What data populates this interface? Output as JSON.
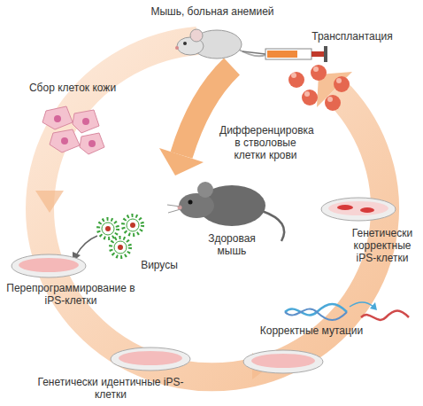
{
  "diagram": {
    "labels": [
      "Мышь, больная анемией",
      "Трансплантация",
      "Сбор клеток кожи",
      "Дифференцировка в стволовые клетки крови",
      "Вирусы",
      "Здоровая мышь",
      "Генетически корректные iPS-клетки",
      "Перепрограммирование в iPS-клетки",
      "Корректные мутации",
      "Генетически идентичные iPS-клетки"
    ]
  }
}
